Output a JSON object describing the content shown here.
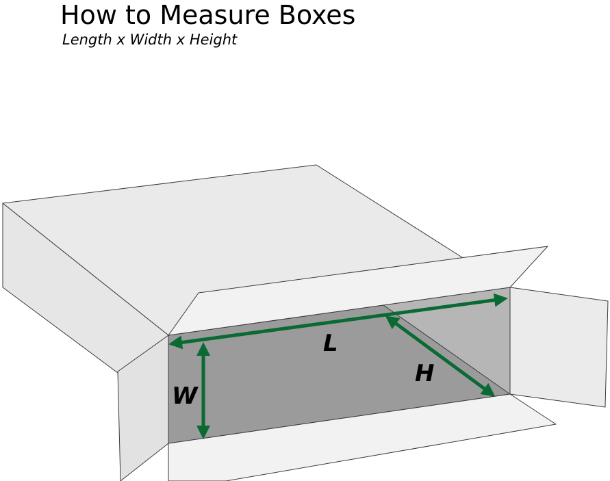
{
  "header": {
    "title": "How to Measure Boxes",
    "subtitle": "Length x Width x Height"
  },
  "dimensions": {
    "length_label": "L",
    "width_label": "W",
    "height_label": "H"
  },
  "colors": {
    "arrow": "#0b6a33",
    "box_outer": "#eaeaea",
    "box_side": "#e4e4e4",
    "flap": "#f0f0f0",
    "interior_floor": "#9b9b9b",
    "interior_wall": "#b6b6b6",
    "outline": "#3a3a3a"
  }
}
